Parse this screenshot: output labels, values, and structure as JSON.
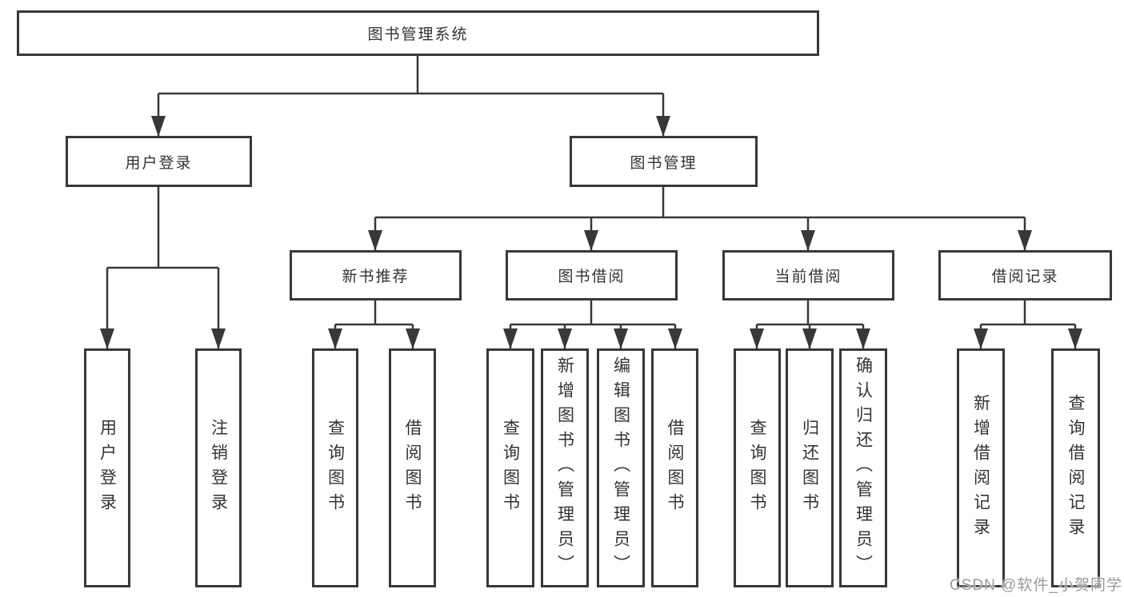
{
  "diagram": {
    "type": "hierarchy-tree",
    "direction": "top-down",
    "colors": {
      "line": "#383838",
      "box_border": "#383838",
      "text": "#333333",
      "background": "#ffffff",
      "watermark_text": "#9a9a9a"
    }
  },
  "tree": {
    "label": "图书管理系统",
    "children": [
      {
        "label": "用户登录",
        "children": [
          {
            "label": "用户登录"
          },
          {
            "label": "注销登录"
          }
        ]
      },
      {
        "label": "图书管理",
        "children": [
          {
            "label": "新书推荐",
            "children": [
              {
                "label": "查询图书"
              },
              {
                "label": "借阅图书"
              }
            ]
          },
          {
            "label": "图书借阅",
            "children": [
              {
                "label": "查询图书"
              },
              {
                "label": "新增图书（管理员）"
              },
              {
                "label": "编辑图书（管理员）"
              },
              {
                "label": "借阅图书"
              }
            ]
          },
          {
            "label": "当前借阅",
            "children": [
              {
                "label": "查询图书"
              },
              {
                "label": "归还图书"
              },
              {
                "label": "确认归还（管理员）"
              }
            ]
          },
          {
            "label": "借阅记录",
            "children": [
              {
                "label": "新增借阅记录"
              },
              {
                "label": "查询借阅记录"
              }
            ]
          }
        ]
      }
    ]
  },
  "watermark": "CSDN @软件_小贺同学"
}
